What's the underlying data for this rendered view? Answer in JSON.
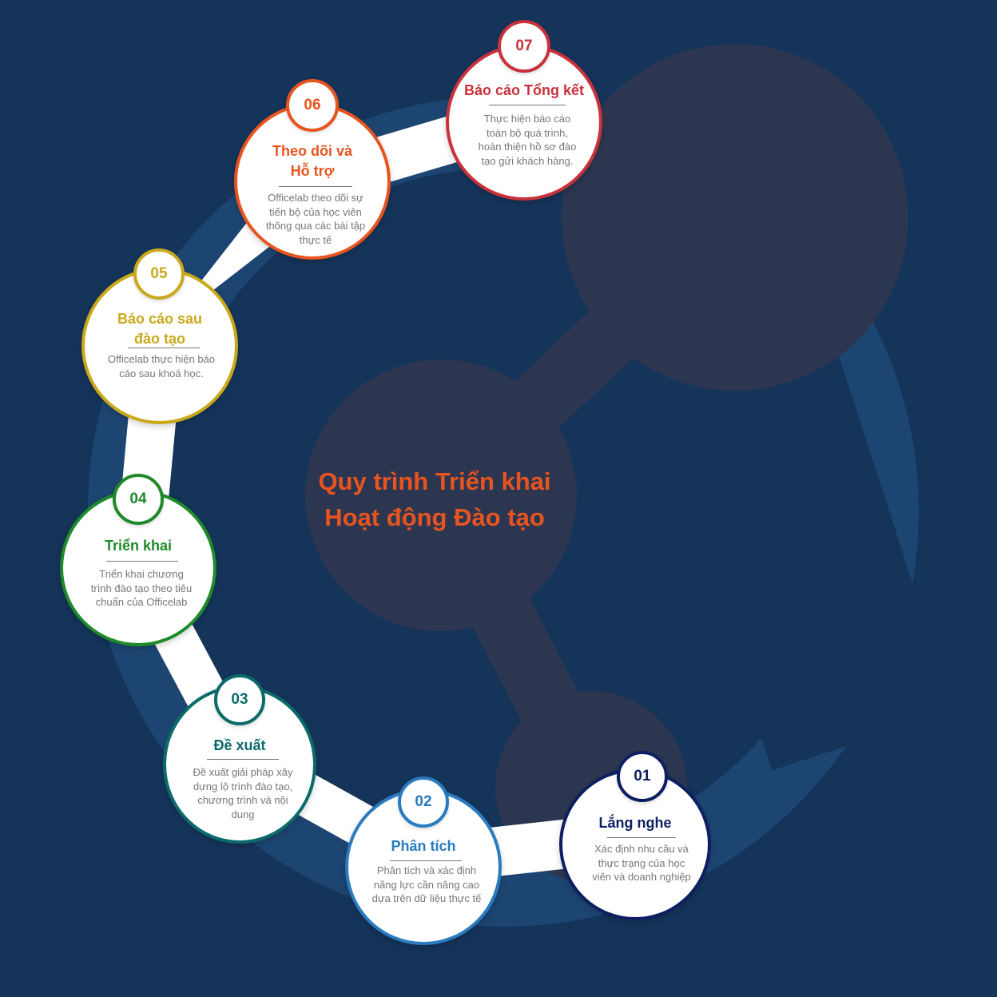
{
  "title": {
    "line1": "Quy trình Triển khai",
    "line2": "Hoạt động Đào tạo"
  },
  "colors": {
    "background": "#15345a",
    "ring": "#1d4572",
    "decor": "#2c3650",
    "title": "#e8541f"
  },
  "steps": [
    {
      "number": "01",
      "title_lines": [
        "Lắng nghe"
      ],
      "description": "Xác định nhu cầu và thực trạng của học viên và doanh nghiệp",
      "color": "#0d1f61"
    },
    {
      "number": "02",
      "title_lines": [
        "Phân tích"
      ],
      "description": "Phân tích và xác định năng lực cần nâng cao dựa trên dữ liệu thực tế",
      "color": "#2a7bbf"
    },
    {
      "number": "03",
      "title_lines": [
        "Đề xuất"
      ],
      "description": "Đề xuất giải pháp xây dựng lộ trình đào tạo, chương trình và nội dung",
      "color": "#0b6b6a"
    },
    {
      "number": "04",
      "title_lines": [
        "Triển khai"
      ],
      "description": "Triển khai chương trình đào tạo theo tiêu chuẩn của Officelab",
      "color": "#1f8a2a"
    },
    {
      "number": "05",
      "title_lines": [
        "Báo cáo sau",
        "đào tạo"
      ],
      "description": "Officelab thực hiện báo cáo sau khoá học.",
      "color": "#c9a91a"
    },
    {
      "number": "06",
      "title_lines": [
        "Theo dõi và",
        "Hỗ trợ"
      ],
      "description": "Officelab theo dõi sự tiến bộ của học viên thông qua các bài tập thực tế",
      "color": "#e8541f"
    },
    {
      "number": "07",
      "title_lines": [
        "Báo cáo Tổng kết"
      ],
      "description": "Thực hiện báo cáo toàn bộ quá trình, hoàn thiện hồ sơ đào tạo gửi khách hàng.",
      "color": "#c8323a"
    }
  ]
}
